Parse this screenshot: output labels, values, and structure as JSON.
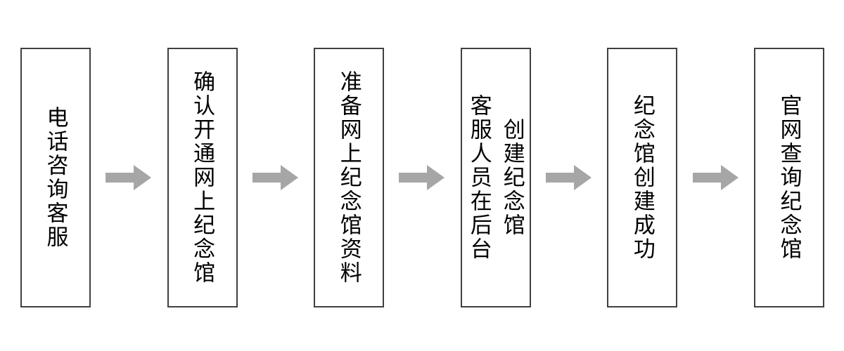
{
  "flow": {
    "steps": [
      {
        "label": "电话咨询客服"
      },
      {
        "label": "确认开通网上纪念馆"
      },
      {
        "label": "准备网上纪念馆资料"
      },
      {
        "label": "客服人员在后台\n创建纪念馆"
      },
      {
        "label": "纪念馆创建成功"
      },
      {
        "label": "官网查询纪念馆"
      }
    ],
    "connector": {
      "icon": "right-arrow",
      "color": "#a6a6a6"
    },
    "box": {
      "border_color": "#404040",
      "text_color": "#000000",
      "background": "#ffffff"
    }
  }
}
